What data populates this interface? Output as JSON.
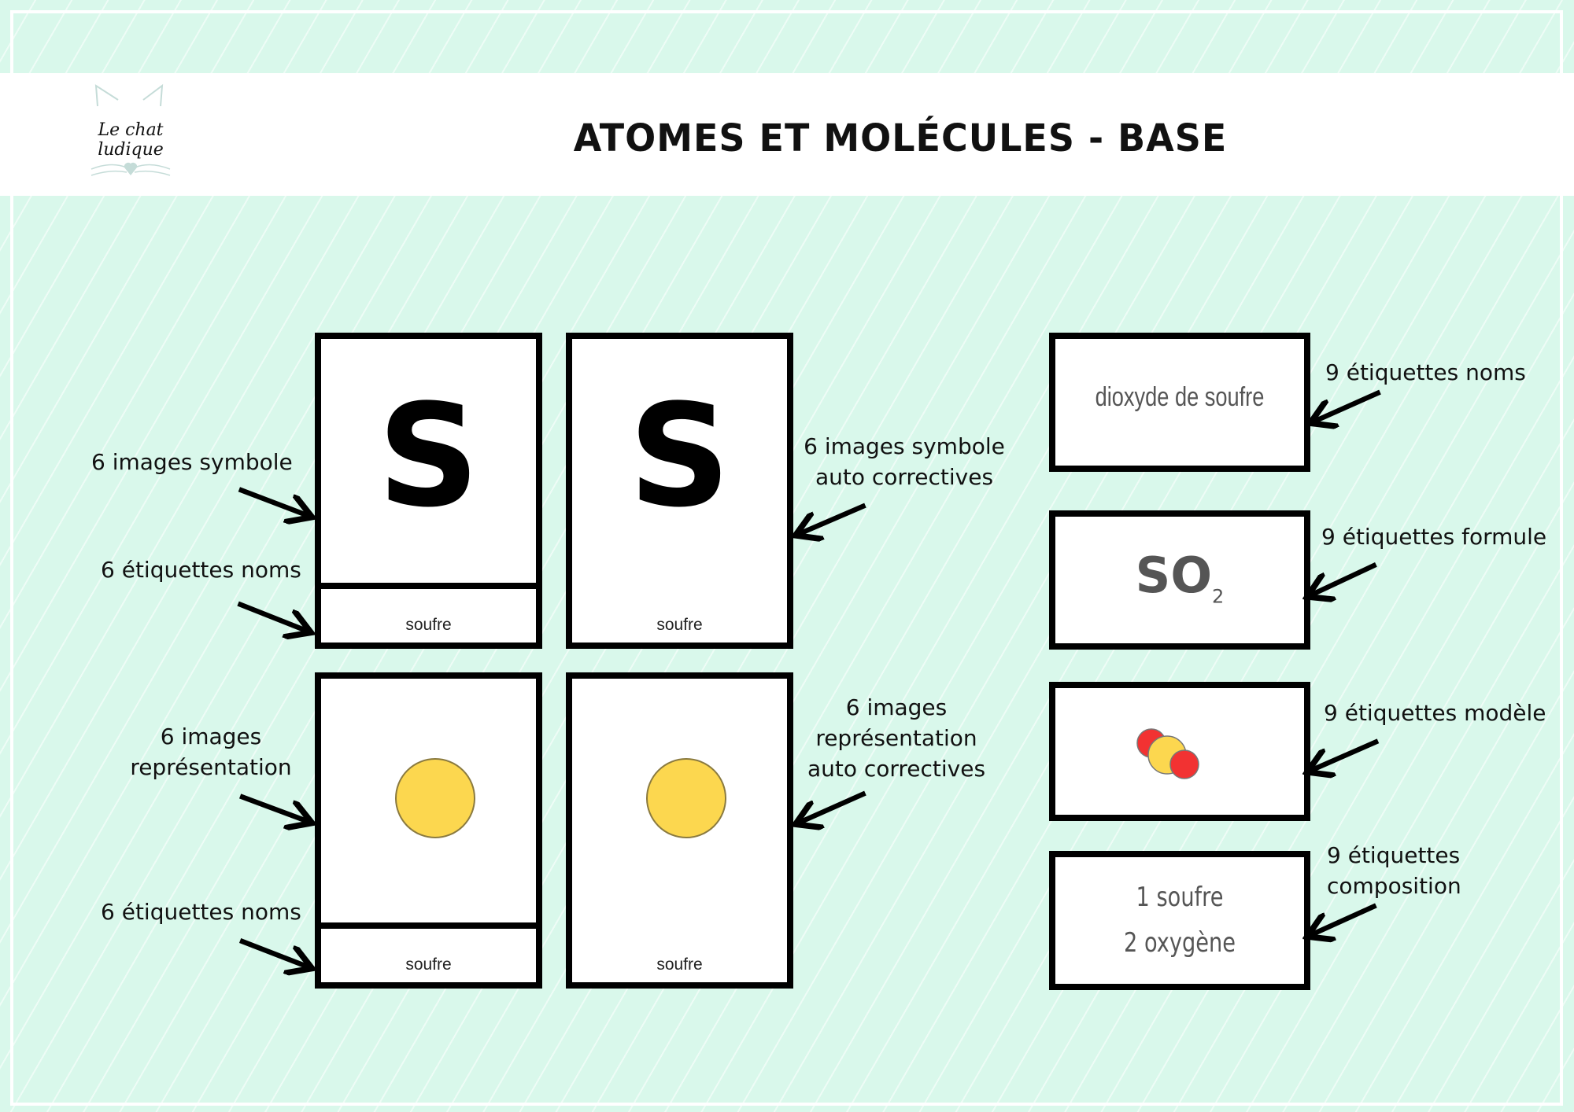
{
  "header": {
    "title": "ATOMES ET MOLÉCULES - BASE",
    "logo_text": "Le chat ludique"
  },
  "cards": {
    "symbol": "S",
    "name": "soufre",
    "molecule_name": "dioxyde de soufre",
    "formula": {
      "main": "SO",
      "subscript": "2"
    },
    "composition": [
      "1 soufre",
      "2 oxygène"
    ]
  },
  "colors": {
    "background": "#d9f8eb",
    "sulfur": "#fcd74f",
    "oxygen": "#f23232"
  },
  "labels": {
    "images_symbole": "6 images symbole",
    "etiquettes_noms_1": "6 étiquettes noms",
    "images_representation": [
      "6 images",
      "représentation"
    ],
    "etiquettes_noms_2": "6 étiquettes noms",
    "symbole_auto": [
      "6 images symbole",
      "auto correctives"
    ],
    "representation_auto": [
      "6 images",
      "représentation",
      "auto correctives"
    ],
    "r_noms": "9 étiquettes noms",
    "r_formule": "9 étiquettes formule",
    "r_modele": "9 étiquettes modèle",
    "r_composition": [
      "9 étiquettes",
      "composition"
    ]
  }
}
